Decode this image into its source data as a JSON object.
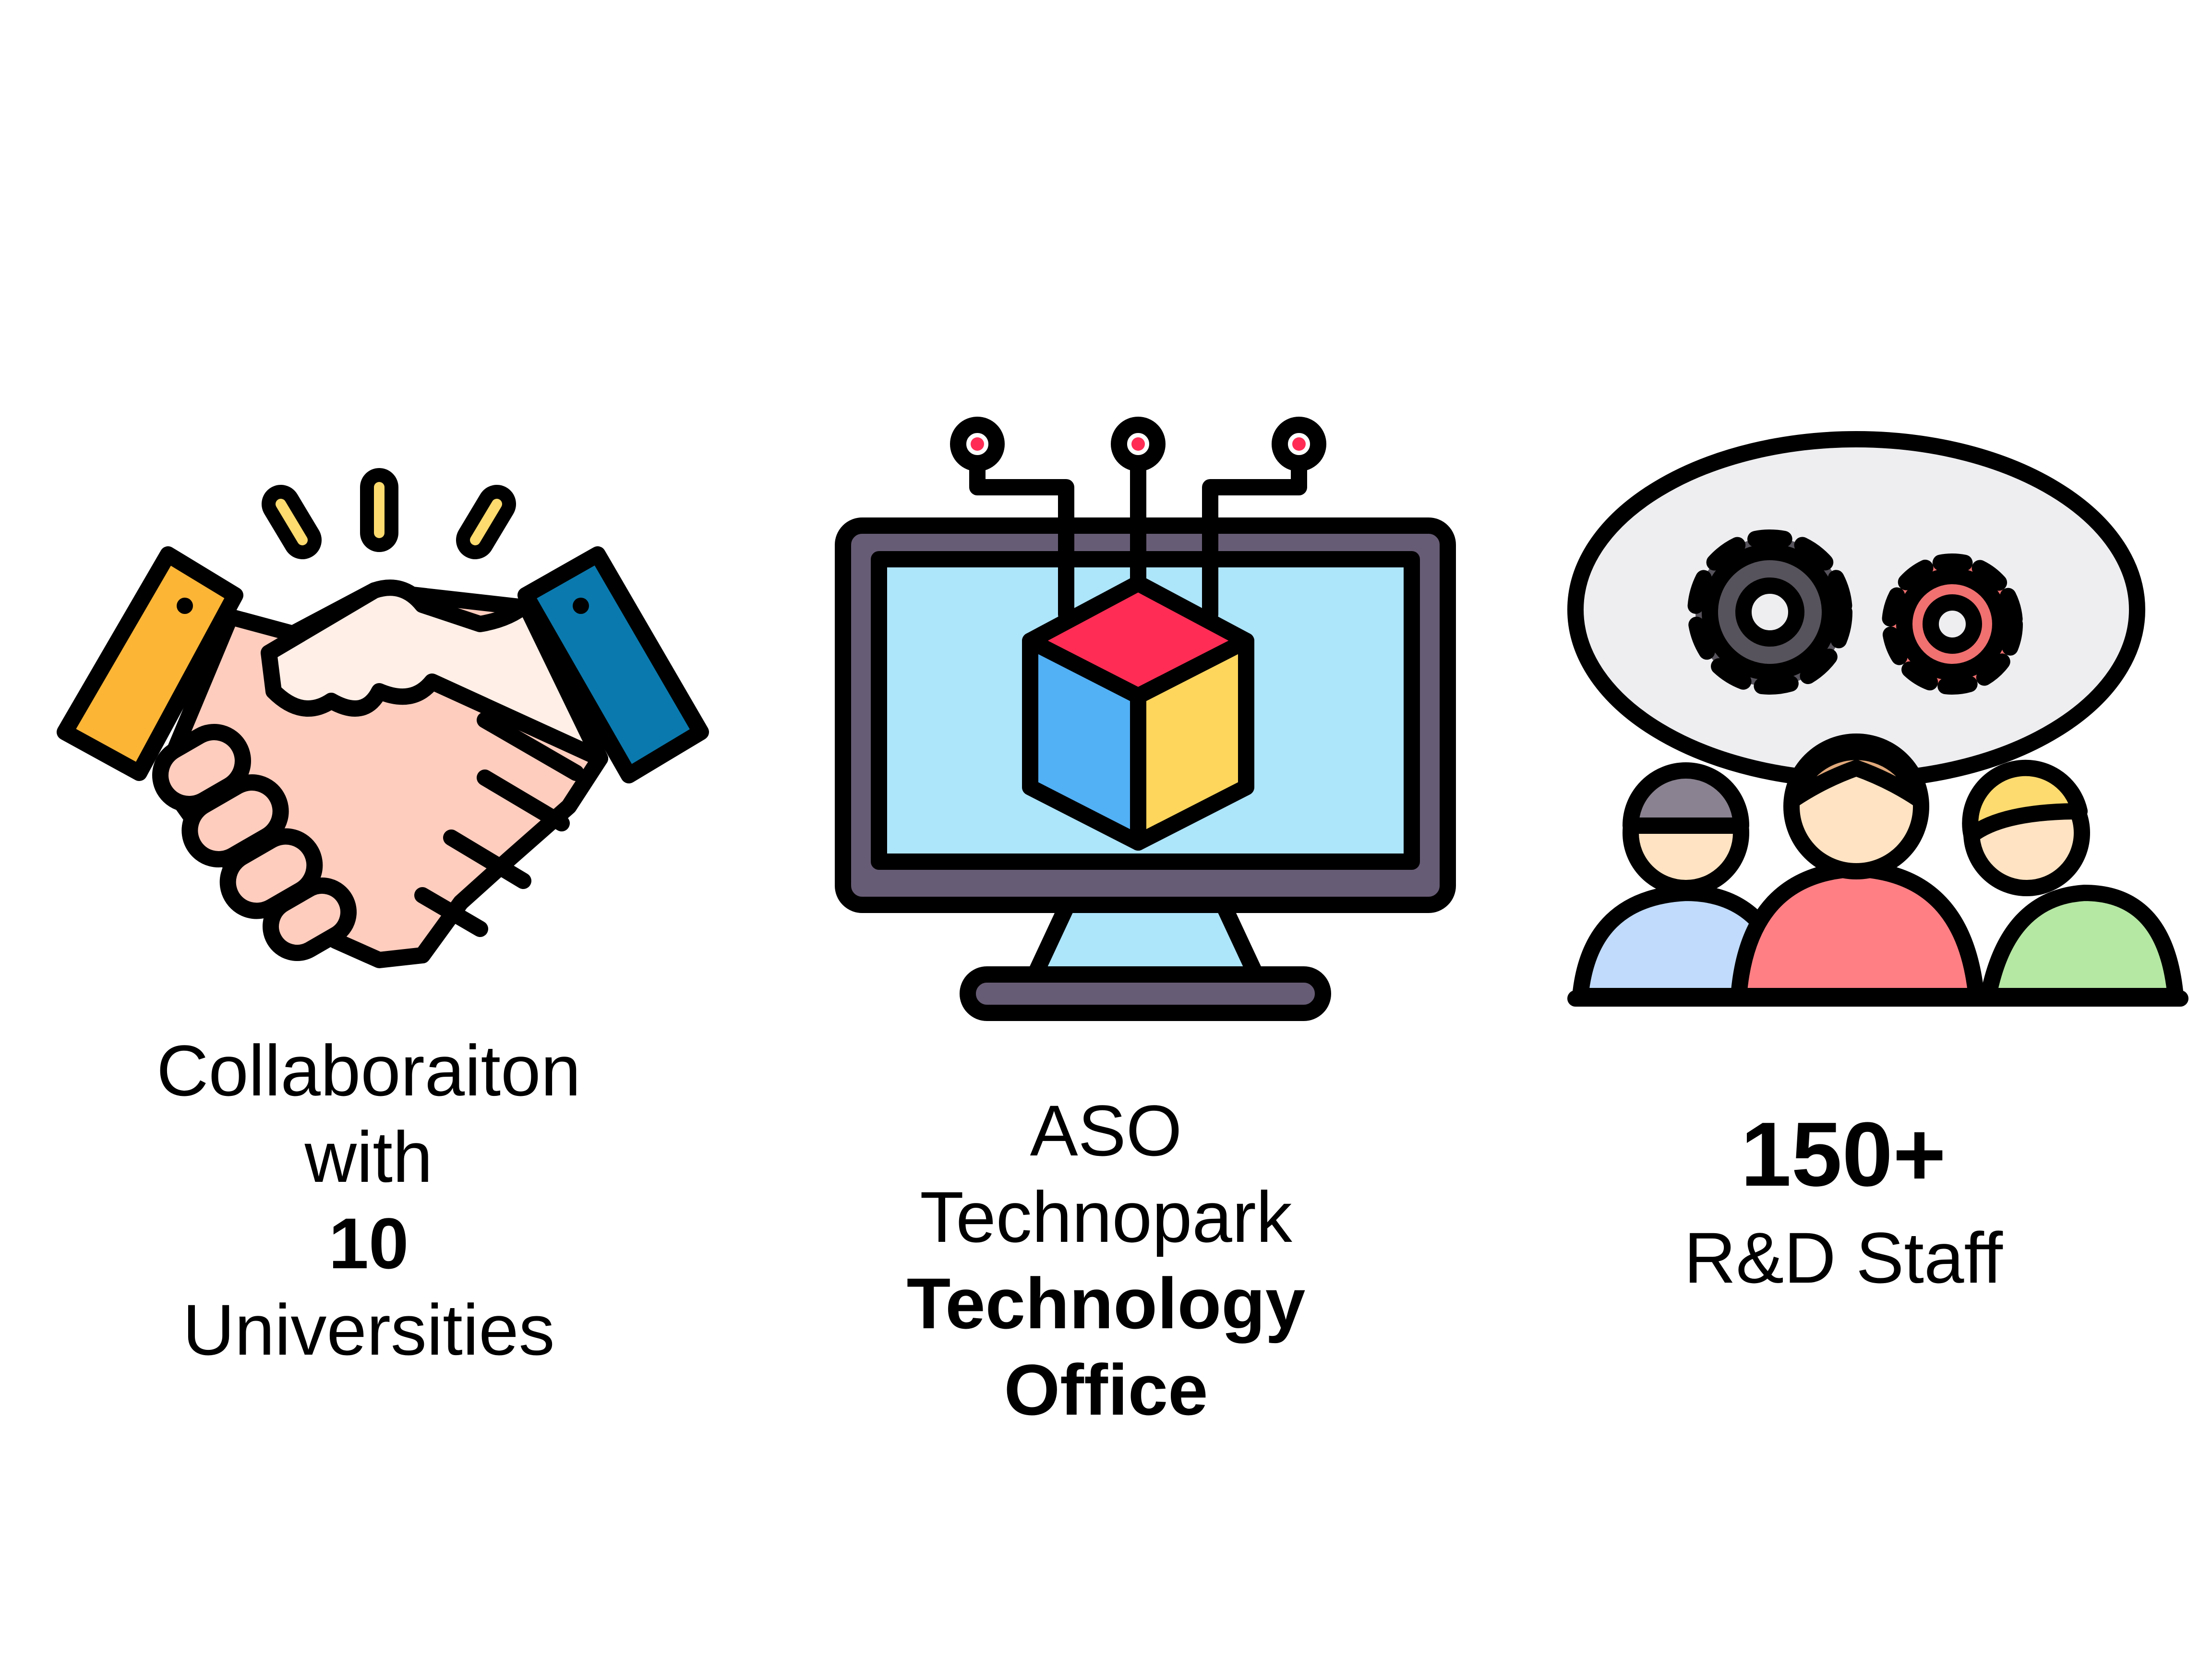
{
  "cards": [
    {
      "icon": "handshake-icon",
      "lines": [
        "Collaboraiton",
        "with",
        "10",
        "Universities"
      ]
    },
    {
      "icon": "monitor-cube-icon",
      "lines": [
        "ASO",
        "Technopark",
        "Technology",
        "Office"
      ]
    },
    {
      "icon": "team-gears-icon",
      "lines": [
        "150+",
        "R&D Staff"
      ]
    }
  ],
  "colors": {
    "outline": "#000000",
    "skin": "#FFCDBE",
    "cuff_left": "#FDB536",
    "cuff_right": "#0A7AAE",
    "screen": "#ADE5FB",
    "monitor_frame": "#675C75",
    "cube_top": "#FF2D55",
    "cube_left": "#52B0F5",
    "cube_right": "#FFD65C",
    "bubble": "#EEEDF0",
    "gear_dark": "#57535C",
    "gear_red": "#F17070",
    "person_blue": "#C0DBFB",
    "person_red": "#FF7F84",
    "person_green": "#B5E8A3"
  }
}
